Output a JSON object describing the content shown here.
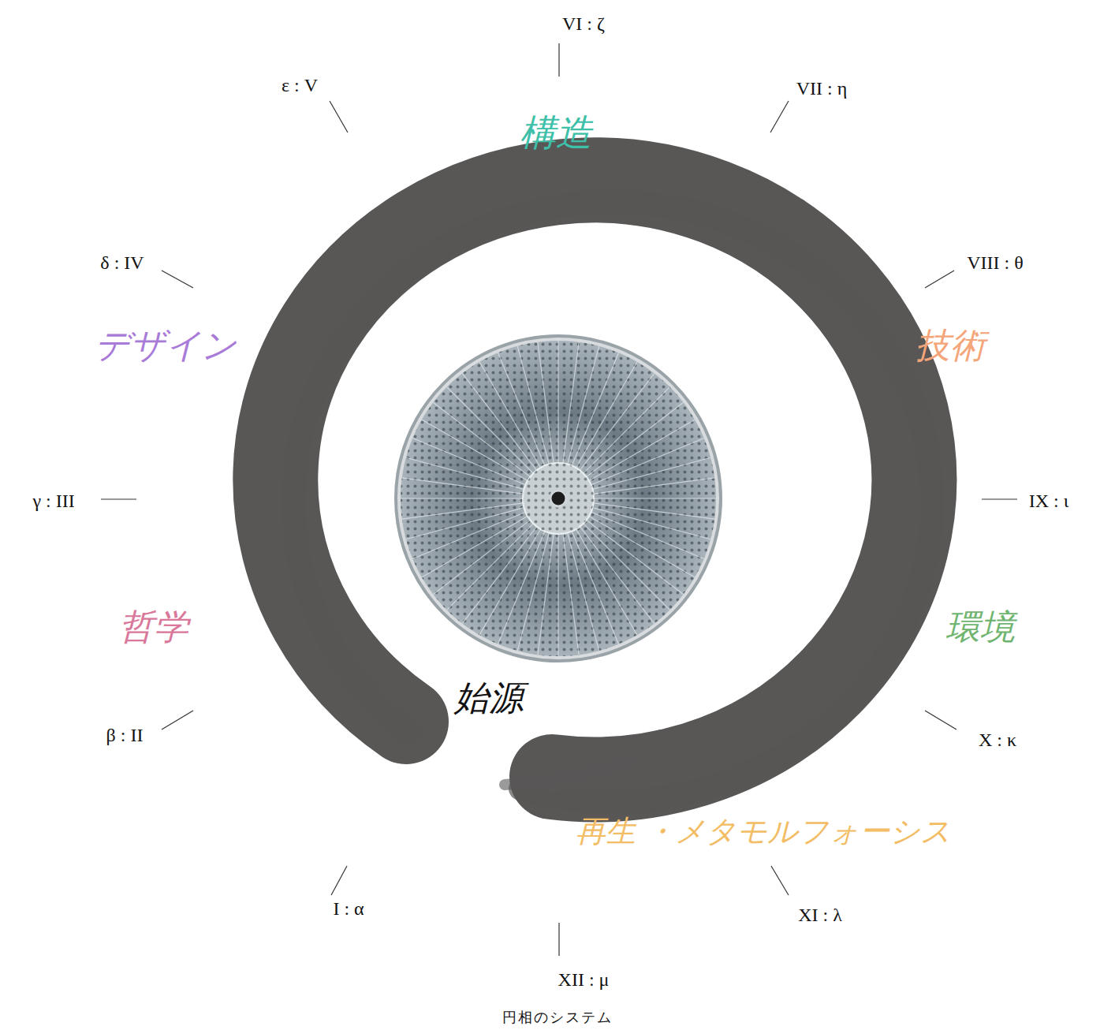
{
  "diagram": {
    "caption": "円相のシステム",
    "labels": [
      "VI : ζ",
      "VII : η",
      "VIII : θ",
      "IX : ι",
      "X : κ",
      "XI : λ",
      "XII : μ",
      "I : α",
      "β : II",
      "γ : III",
      "δ : IV",
      "ε : V",
      "構造",
      "技術",
      "環境",
      "再生 ・メタモルフォーシス",
      "哲学",
      "デザイン",
      "始源"
    ]
  }
}
